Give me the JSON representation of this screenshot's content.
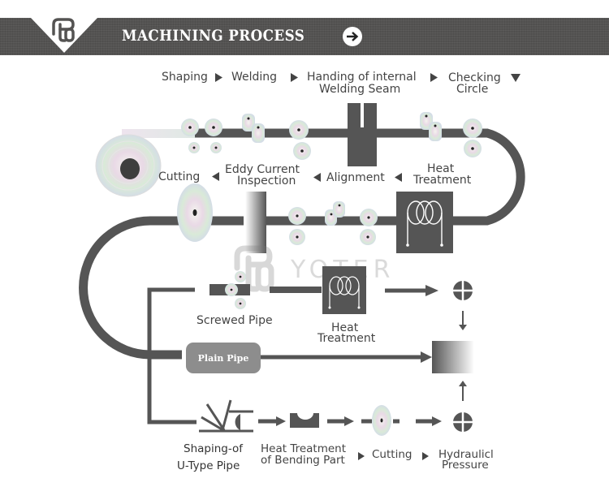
{
  "banner": {
    "title": "MACHINING PROCESS",
    "logo_icon": "yoter-logo-icon",
    "next_icon": "arrow-right-icon"
  },
  "watermark": {
    "text": "YOTER"
  },
  "colors": {
    "banner_bg": "#545352",
    "pipe": "#555555",
    "text": "#444444",
    "plain_pipe_badge": "#8d8d8d",
    "white": "#ffffff"
  },
  "top_row": {
    "steps": [
      "Shaping",
      "Welding",
      "Handing of internal",
      "Welding Seam",
      "Checking",
      "Circle"
    ]
  },
  "middle_row": {
    "steps": [
      "Cutting",
      "Eddy Current",
      "Inspection",
      "Alignment",
      "Heat",
      "Treatment"
    ]
  },
  "branches": {
    "screwed_pipe": "Screwed Pipe",
    "heat_treatment_line1": "Heat",
    "heat_treatment_line2": "Treatment",
    "plain_pipe": "Plain Pipe"
  },
  "bottom_row": {
    "shaping_line1": "Shaping-of",
    "shaping_line2": "U-Type Pipe",
    "heat_bend_line1": "Heat Treatment",
    "heat_bend_line2": "of Bending Part",
    "cutting": "Cutting",
    "hydraulic_line1": "Hydraulicl",
    "hydraulic_line2": "Pressure"
  }
}
